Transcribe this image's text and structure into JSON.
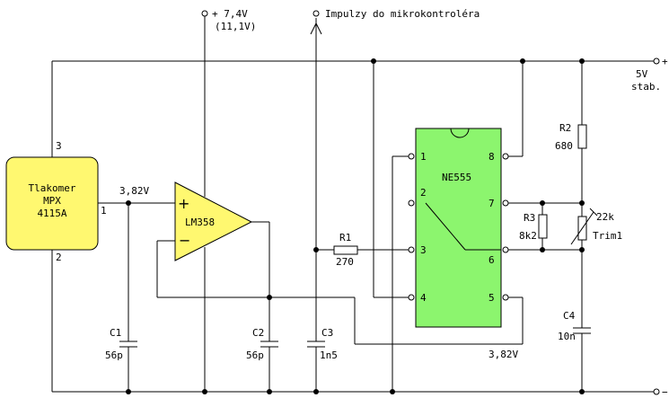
{
  "power": {
    "supply_label": "+ 7,4V",
    "supply_alt_label": "(11,1V)",
    "pulse_label": "Impulzy do mikrokontroléra",
    "plus_symbol": "+",
    "vcc_label": "5V",
    "vcc_sub_label": "stab.",
    "minus_symbol": "−"
  },
  "sensor": {
    "name_line1": "Tlakomer",
    "name_line2": "MPX",
    "name_line3": "4115A",
    "pin_top": "3",
    "pin_right": "1",
    "pin_bottom": "2",
    "output_voltage": "3,82V"
  },
  "opamp": {
    "name": "LM358",
    "plus_sign": "+",
    "minus_sign": "−"
  },
  "timer": {
    "name": "NE555",
    "pins_left": [
      "1",
      "2",
      "3",
      "4"
    ],
    "pins_right": [
      "8",
      "7",
      "6",
      "5"
    ],
    "pin5_voltage": "3,82V"
  },
  "components": {
    "c1_name": "C1",
    "c1_value": "56p",
    "c2_name": "C2",
    "c2_value": "56p",
    "c3_name": "C3",
    "c3_value": "1n5",
    "c4_name": "C4",
    "c4_value": "10n",
    "r1_name": "R1",
    "r1_value": "270",
    "r2_name": "R2",
    "r2_value": "680",
    "r3_name": "R3",
    "r3_value": "8k2",
    "trim_value": "22k",
    "trim_name": "Trim1"
  },
  "colors": {
    "sensor_fill": "#fff870",
    "opamp_fill": "#fff870",
    "timer_fill": "#8cf56e",
    "wire": "#000000",
    "background": "#ffffff"
  }
}
